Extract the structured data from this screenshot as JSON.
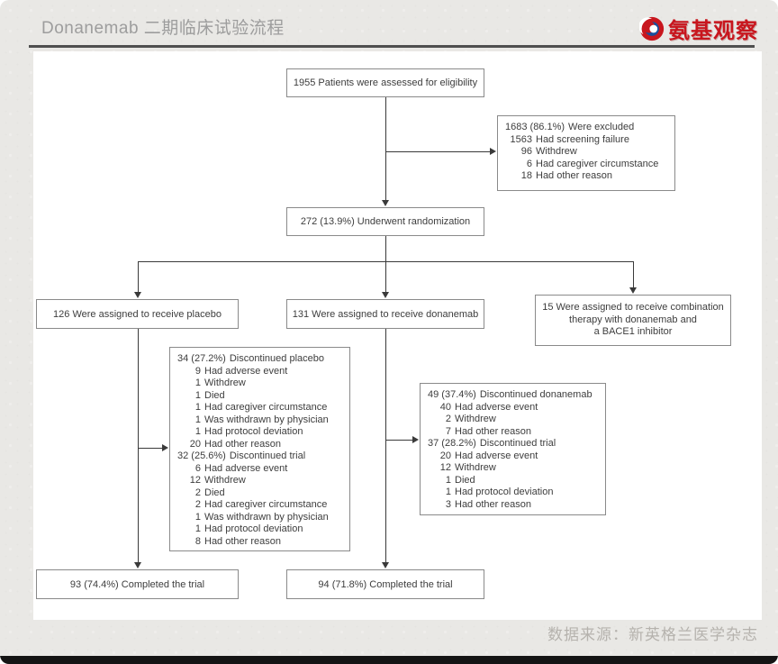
{
  "page": {
    "title": "Donanemab 二期临床试验流程",
    "brand": "氨基观察",
    "source_label": "数据来源：新英格兰医学杂志",
    "colors": {
      "brand_red": "#c8161e",
      "title_gray": "#9d9d9d",
      "connector_line": "#3a3a3a",
      "box_border": "#8a8a8a",
      "footer_gray": "#b5b2ad",
      "bottom_bar": "#141414"
    }
  },
  "flowchart": {
    "eligibility": "1955 Patients were assessed for eligibility",
    "excluded": {
      "lines": [
        {
          "num": "1683 (86.1%)",
          "text": "Were excluded"
        },
        {
          "num": "1563",
          "text": "Had screening failure"
        },
        {
          "num": "96",
          "text": "Withdrew"
        },
        {
          "num": "6",
          "text": "Had caregiver circumstance"
        },
        {
          "num": "18",
          "text": "Had other reason"
        }
      ]
    },
    "randomization": "272 (13.9%) Underwent randomization",
    "placebo_arm": "126 Were assigned to receive placebo",
    "donanemab_arm": "131 Were assigned to receive donanemab",
    "combo_arm": [
      "15 Were assigned to receive combination",
      "therapy with donanemab and",
      "a BACE1 inhibitor"
    ],
    "placebo_discontinued": {
      "lines": [
        {
          "num": "34 (27.2%)",
          "text": "Discontinued placebo"
        },
        {
          "num": "9",
          "text": "Had adverse event"
        },
        {
          "num": "1",
          "text": "Withdrew"
        },
        {
          "num": "1",
          "text": "Died"
        },
        {
          "num": "1",
          "text": "Had caregiver circumstance"
        },
        {
          "num": "1",
          "text": "Was withdrawn by physician"
        },
        {
          "num": "1",
          "text": "Had protocol deviation"
        },
        {
          "num": "20",
          "text": "Had other reason"
        },
        {
          "num": "32 (25.6%)",
          "text": "Discontinued trial"
        },
        {
          "num": "6",
          "text": "Had adverse event"
        },
        {
          "num": "12",
          "text": "Withdrew"
        },
        {
          "num": "2",
          "text": "Died"
        },
        {
          "num": "2",
          "text": "Had caregiver circumstance"
        },
        {
          "num": "1",
          "text": "Was withdrawn by physician"
        },
        {
          "num": "1",
          "text": "Had protocol deviation"
        },
        {
          "num": "8",
          "text": "Had other reason"
        }
      ]
    },
    "donanemab_discontinued": {
      "lines": [
        {
          "num": "49 (37.4%)",
          "text": "Discontinued donanemab"
        },
        {
          "num": "40",
          "text": "Had adverse event"
        },
        {
          "num": "2",
          "text": "Withdrew"
        },
        {
          "num": "7",
          "text": "Had other reason"
        },
        {
          "num": "37 (28.2%)",
          "text": "Discontinued trial"
        },
        {
          "num": "20",
          "text": "Had adverse event"
        },
        {
          "num": "12",
          "text": "Withdrew"
        },
        {
          "num": "1",
          "text": "Died"
        },
        {
          "num": "1",
          "text": "Had protocol deviation"
        },
        {
          "num": "3",
          "text": "Had other reason"
        }
      ]
    },
    "placebo_completed": "93 (74.4%) Completed the trial",
    "donanemab_completed": "94 (71.8%) Completed the trial"
  }
}
